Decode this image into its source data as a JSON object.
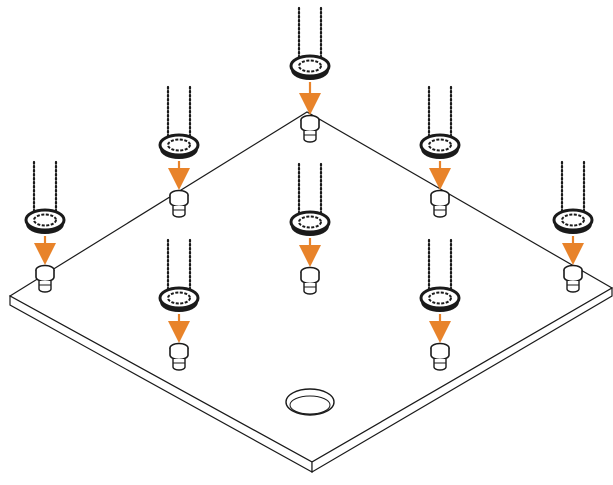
{
  "figure": {
    "description_visible_text": "",
    "assembly_steps": [
      {
        "id": "top",
        "icon": "standoff-with-ring-icon",
        "direction": "down"
      },
      {
        "id": "upper-left",
        "icon": "standoff-with-ring-icon",
        "direction": "down"
      },
      {
        "id": "upper-right",
        "icon": "standoff-with-ring-icon",
        "direction": "down"
      },
      {
        "id": "left",
        "icon": "standoff-with-ring-icon",
        "direction": "down"
      },
      {
        "id": "center",
        "icon": "standoff-with-ring-icon",
        "direction": "down"
      },
      {
        "id": "right",
        "icon": "standoff-with-ring-icon",
        "direction": "down"
      },
      {
        "id": "lower-left",
        "icon": "standoff-with-ring-icon",
        "direction": "down"
      },
      {
        "id": "lower-right",
        "icon": "standoff-with-ring-icon",
        "direction": "down"
      }
    ],
    "colors": {
      "arrow": "#e8832a",
      "outline": "#1a1a1a",
      "plate_fill": "#ffffff",
      "background": "#ffffff"
    }
  }
}
